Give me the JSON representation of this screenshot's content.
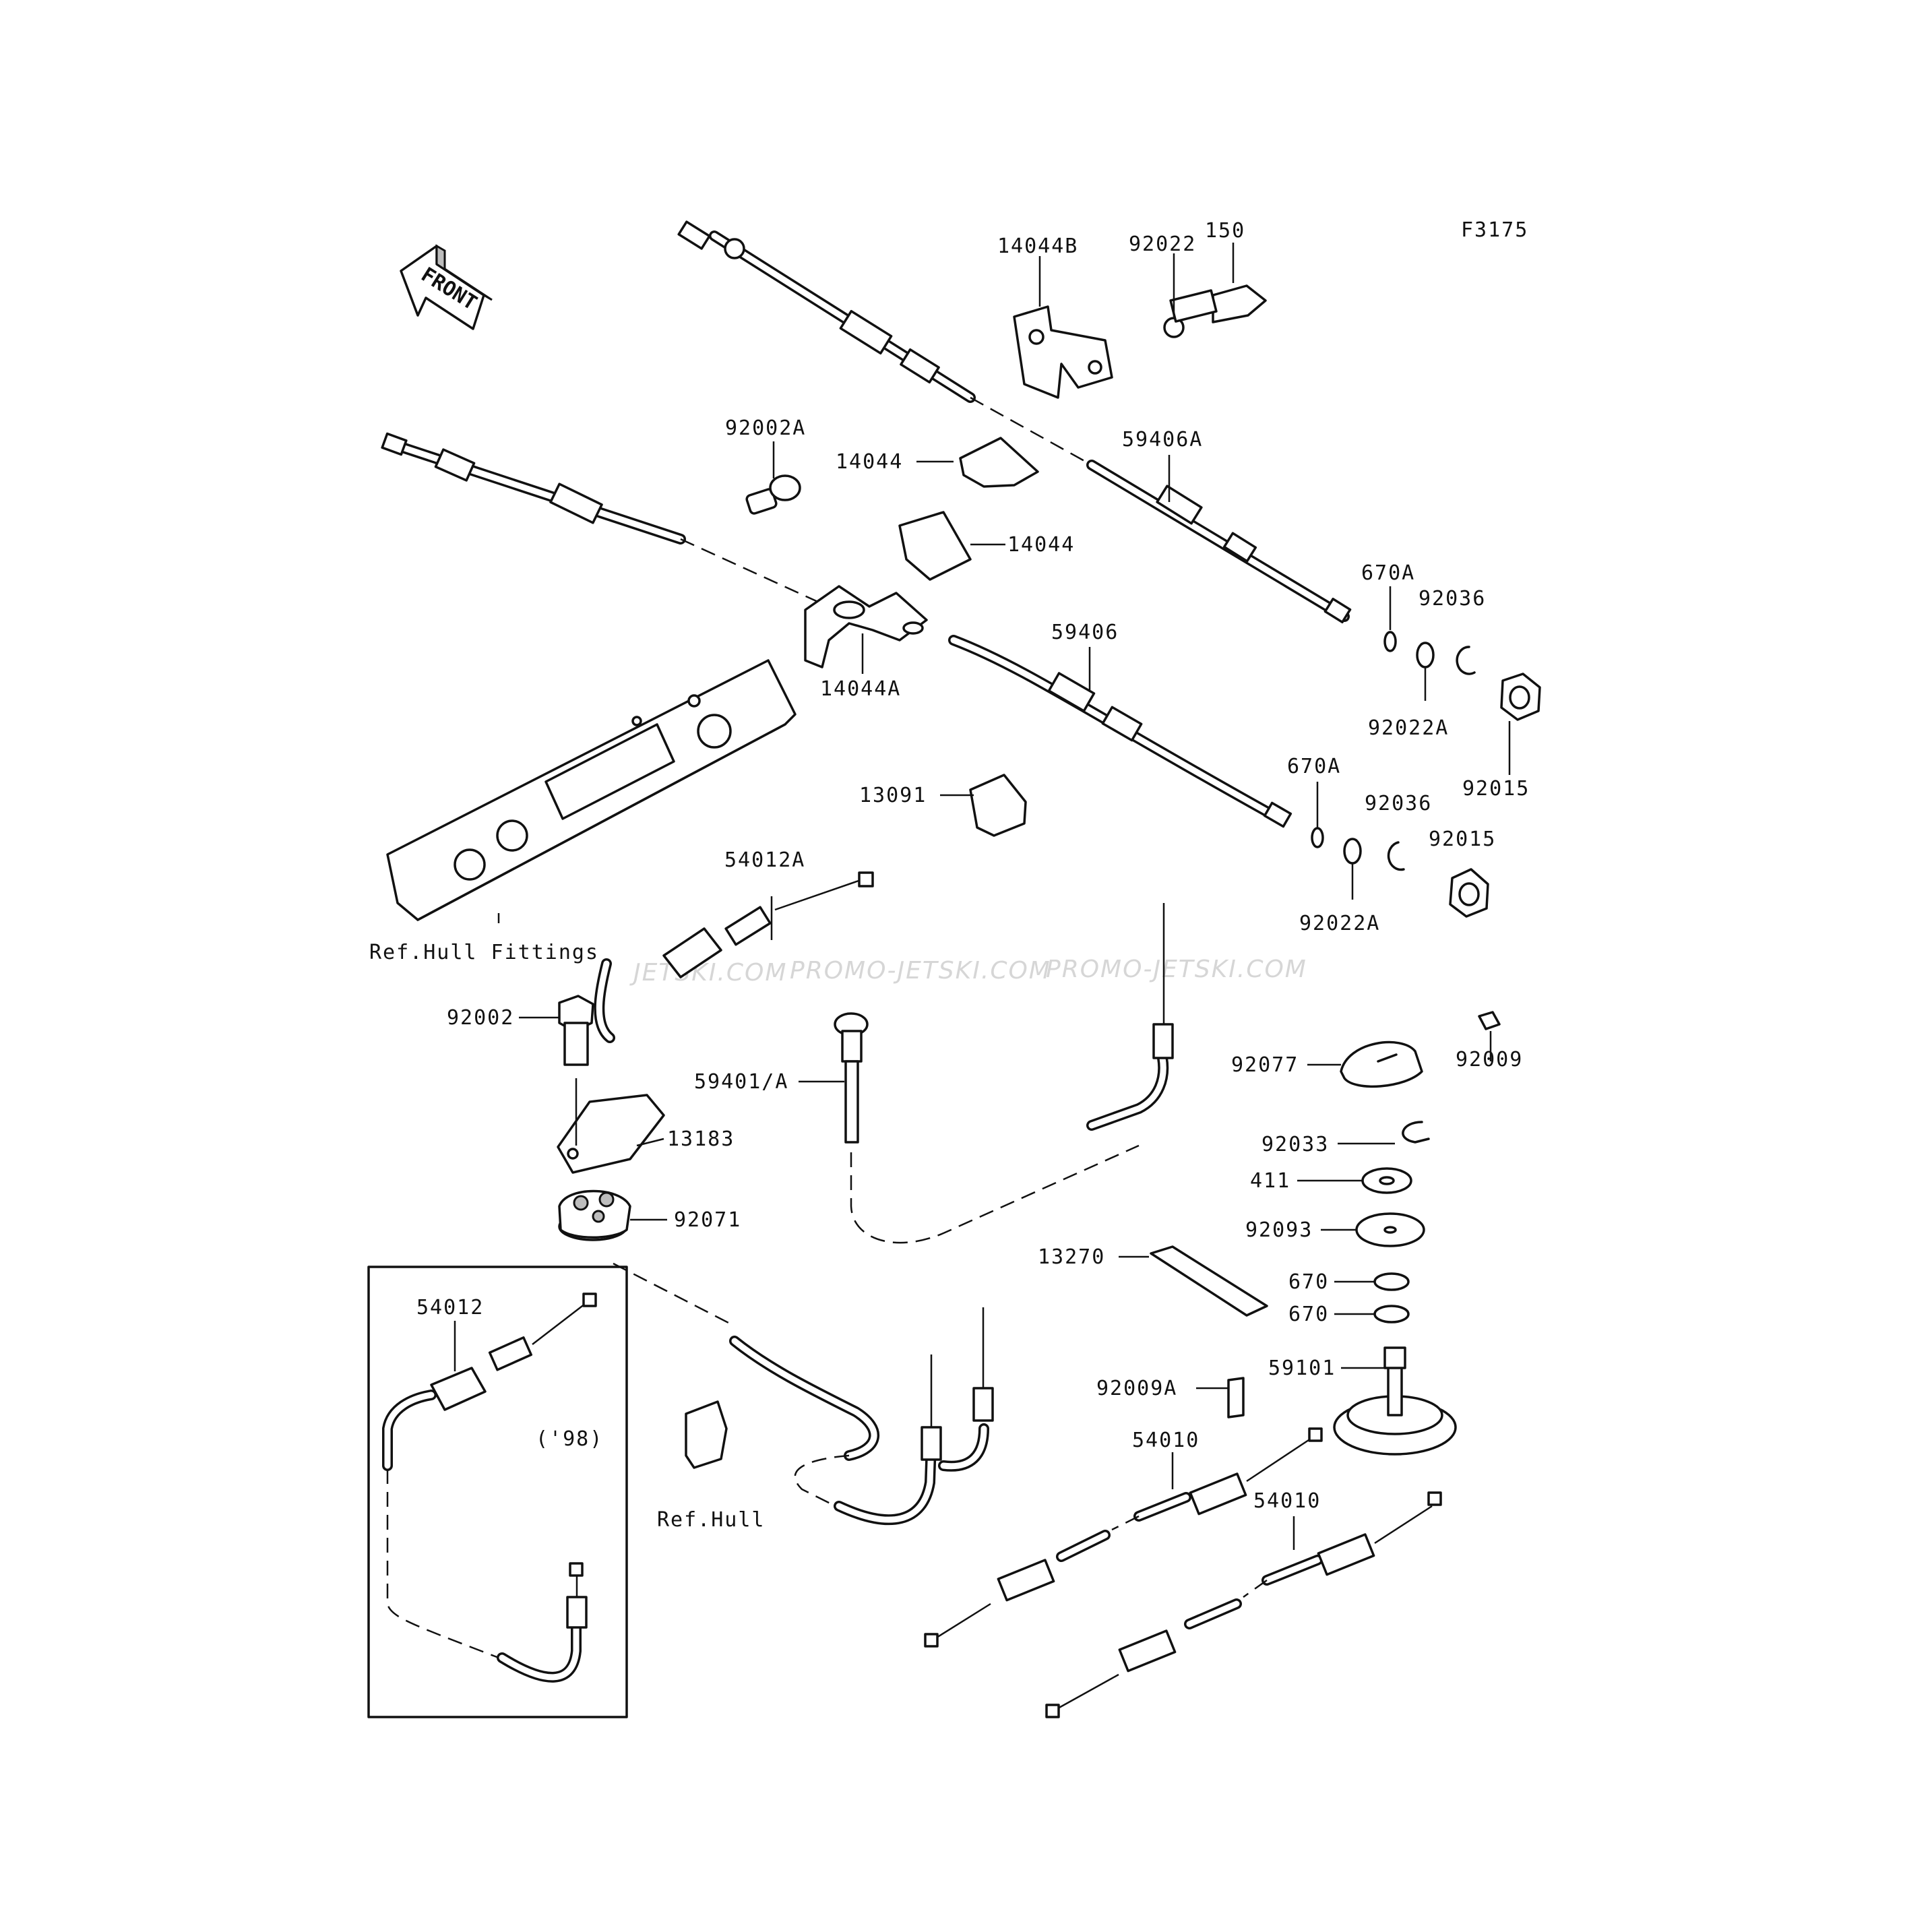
{
  "figure_code": "F3175",
  "front_arrow_label": "FRONT",
  "watermarks": [
    "JETSKI.COM",
    "PROMO-JETSKI.COM",
    "PROMO-JETSKI.COM"
  ],
  "year_note": "('98)",
  "labels": {
    "p14044B": "14044B",
    "p92022": "92022",
    "p150": "150",
    "p92002A": "92002A",
    "p14044_top": "14044",
    "p14044_mid": "14044",
    "p59406A": "59406A",
    "p14044A": "14044A",
    "p59406": "59406",
    "p670A_1": "670A",
    "p92036_1": "92036",
    "p92022A_1": "92022A",
    "p92015_1": "92015",
    "p670A_2": "670A",
    "p92036_2": "92036",
    "p92015_2": "92015",
    "p92022A_2": "92022A",
    "p13091": "13091",
    "p54012A": "54012A",
    "ref_hull_fittings": "Ref.Hull Fittings",
    "p92002": "92002",
    "p59401A": "59401/A",
    "p13183": "13183",
    "p92071": "92071",
    "p92077": "92077",
    "p92009": "92009",
    "p92033": "92033",
    "p411": "411",
    "p92093": "92093",
    "p13270": "13270",
    "p670_1": "670",
    "p670_2": "670",
    "p59101": "59101",
    "p92009A": "92009A",
    "p54012": "54012",
    "p54010_1": "54010",
    "p54010_2": "54010",
    "ref_hull": "Ref.Hull"
  }
}
